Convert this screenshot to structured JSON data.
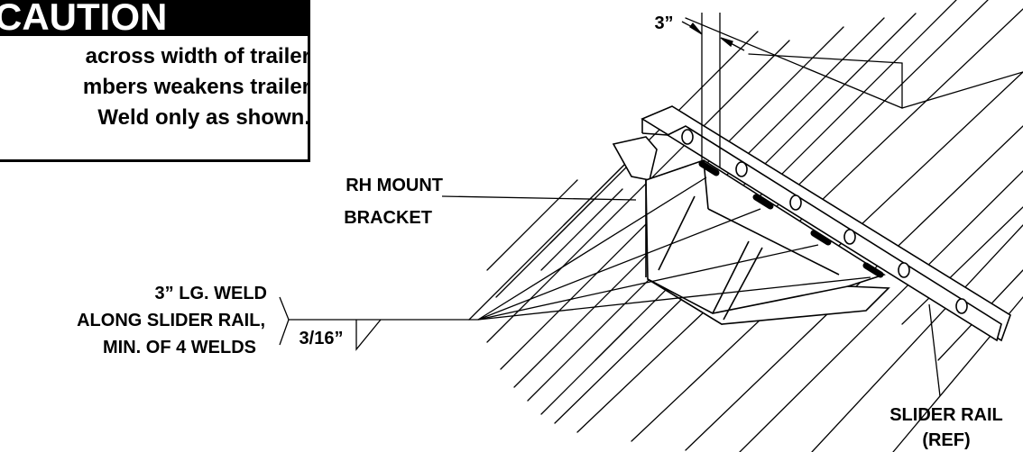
{
  "caution": {
    "heading": "CAUTION",
    "lines": [
      "across width of trailer",
      "mbers weakens trailer",
      "Weld only as shown."
    ]
  },
  "labels": {
    "dimension_top": "3”",
    "rh_mount_line1": "RH MOUNT",
    "rh_mount_line2": "BRACKET",
    "weld_line1": "3” LG. WELD",
    "weld_line2": "ALONG SLIDER RAIL,",
    "weld_line3": "MIN. OF 4 WELDS",
    "weld_size": "3/16”",
    "slider_line1": "SLIDER RAIL",
    "slider_line2": "(REF)"
  }
}
